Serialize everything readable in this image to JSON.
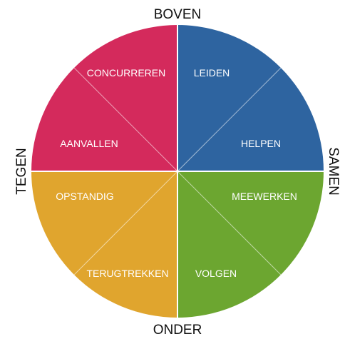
{
  "axes": {
    "top": "BOVEN",
    "bottom": "ONDER",
    "left": "TEGEN",
    "right": "SAMEN"
  },
  "quadrants": [
    {
      "key": "top-right",
      "color": "#2e64a0"
    },
    {
      "key": "bottom-right",
      "color": "#6ca630"
    },
    {
      "key": "bottom-left",
      "color": "#e0a52e"
    },
    {
      "key": "top-left",
      "color": "#d42a5c"
    }
  ],
  "segments": [
    {
      "name": "leiden",
      "label": "LEIDEN"
    },
    {
      "name": "helpen",
      "label": "HELPEN"
    },
    {
      "name": "meewerken",
      "label": "MEEWERKEN"
    },
    {
      "name": "volgen",
      "label": "VOLGEN"
    },
    {
      "name": "terugtrekken",
      "label": "TERUGTREKKEN"
    },
    {
      "name": "opstandig",
      "label": "OPSTANDIG"
    },
    {
      "name": "aanvallen",
      "label": "AANVALLEN"
    },
    {
      "name": "concurreren",
      "label": "CONCURREREN"
    }
  ],
  "divider_color": "#ffffff"
}
